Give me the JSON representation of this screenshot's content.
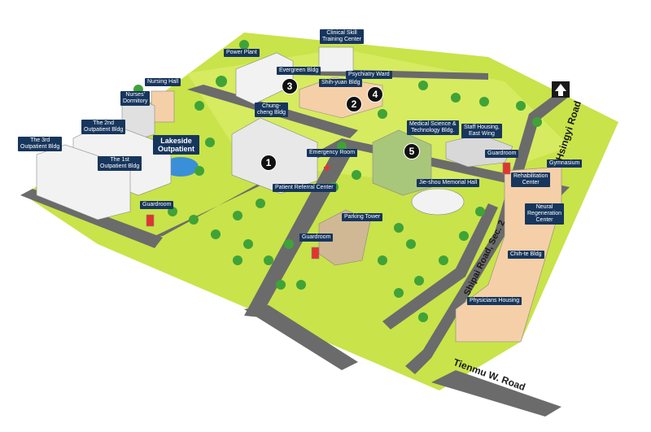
{
  "colors": {
    "lawn": "#c9e34a",
    "lawn_light": "#e2f07a",
    "road": "#6b6b6b",
    "label_bg": "#17365d",
    "building_light": "#f2f2f2",
    "building_peach": "#f5cfa8",
    "tree": "#3fa338",
    "water": "#3a8fd9"
  },
  "labels": {
    "power_plant": "Power Plant",
    "clinical_skill": "Clinical Skill\nTraining Center",
    "evergreen": "Evergreen Bldg",
    "shih_yuan": "Shih-yuan Bldg",
    "psychiatry": "Psychiatry Ward",
    "nursing_hall": "Nursing Hall",
    "nurses_dorm": "Nurses'\nDormitory",
    "outpatient2": "The 2nd\nOutpatient Bldg",
    "outpatient3": "The 3rd\nOutpatient Bldg",
    "outpatient1": "The 1st\nOutpatient Bldg",
    "lakeside": "Lakeside\nOutpatient",
    "chung_cheng": "Chung-\ncheng Bldg",
    "emergency": "Emergency Room",
    "referral": "Patient Referral Center",
    "med_sci": "Medical Science &\nTechnology Bldg.",
    "staff_housing": "Staff Housing,\nEast Wing",
    "guardroom_east": "Guardroom",
    "jie_shou": "Jie-shou Memorial Hall",
    "gymnasium": "Gymnasium",
    "rehab": "Rehabilitation\nCenter",
    "neural": "Neural\nRegeneration\nCenter",
    "chih_te": "Chih-te Bldg",
    "physicians": "Physicians Housing",
    "parking": "Parking Tower",
    "guardroom_mid": "Guardroom",
    "guardroom_west": "Guardroom"
  },
  "markers": [
    "1",
    "2",
    "3",
    "4",
    "5"
  ],
  "roads": {
    "hsingyi": "Hsingyi Road",
    "shipai": "Shipai Road, Sec. 2",
    "tienmu": "Tienmu W. Road"
  },
  "icons": {
    "north_arrow": "arrow-up-icon",
    "emergency": "red-cross-icon"
  }
}
